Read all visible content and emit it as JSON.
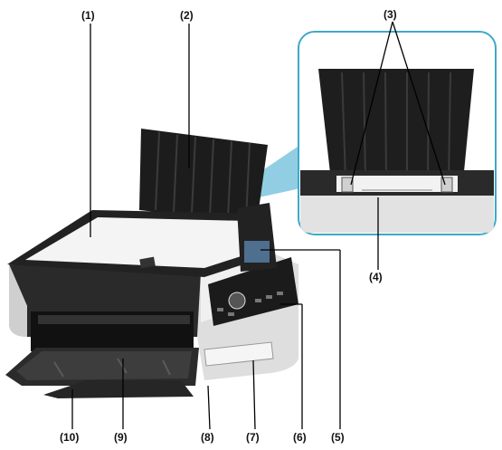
{
  "callouts": [
    "(1)",
    "(2)",
    "(3)",
    "(4)",
    "(5)",
    "(6)",
    "(7)",
    "(8)",
    "(9)",
    "(10)"
  ],
  "colors": {
    "body": "#e9e9e9",
    "dark": "#222222",
    "paper_support": "#1c1c1c",
    "inset_border": "#3ea9c9",
    "beam": "#3ea9c9",
    "leader": "#000000"
  }
}
